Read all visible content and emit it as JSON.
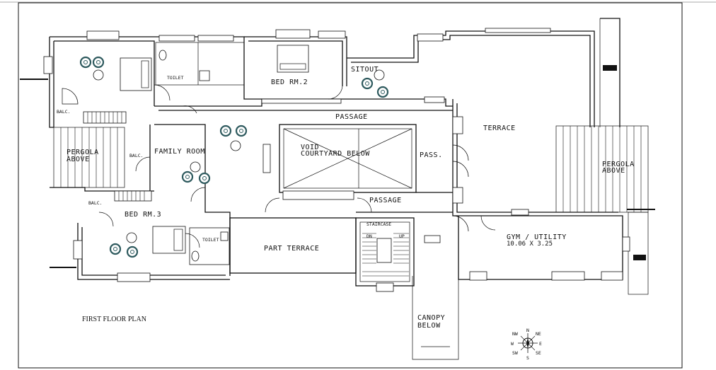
{
  "drawing": {
    "title": "FIRST FLOOR PLAN",
    "rooms": {
      "sitout": "SITOUT",
      "toilet_1": "TOILET",
      "bed_rm_2": "BED RM.2",
      "passage_top": "PASSAGE",
      "terrace": "TERRACE",
      "balc_1": "BALC.",
      "pergola_left_1": "PERGOLA",
      "pergola_left_2": "ABOVE",
      "family_room": "FAMILY ROOM",
      "balc_2": "BALC.",
      "void_1": "VOID",
      "void_2": "COURTYARD BELOW",
      "pass": "PASS.",
      "pergola_right_1": "PERGOLA",
      "pergola_right_2": "ABOVE",
      "passage_mid": "PASSAGE",
      "balc_3": "BALC.",
      "bed_rm_3": "BED RM.3",
      "staircase": "STAIRCASE",
      "dn": "DN",
      "up": "UP",
      "toilet_2": "TOILET",
      "part_terrace": "PART TERRACE",
      "gym_utility": "GYM / UTILITY",
      "gym_size": "10.06 X 3.25",
      "canopy_1": "CANOPY",
      "canopy_2": "BELOW"
    },
    "compass": [
      "N",
      "NE",
      "E",
      "SE",
      "S",
      "SW",
      "W",
      "NW"
    ]
  }
}
